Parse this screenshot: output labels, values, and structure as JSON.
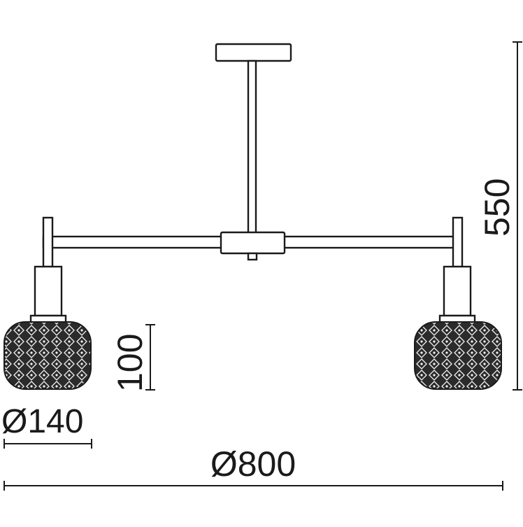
{
  "dimensions": {
    "height_label": "550",
    "shade_height_label": "100",
    "shade_diameter_label": "Ø140",
    "total_diameter_label": "Ø800"
  },
  "colors": {
    "line": "#1a1a1a",
    "shade": "#2b2b2b",
    "background": "#ffffff"
  }
}
